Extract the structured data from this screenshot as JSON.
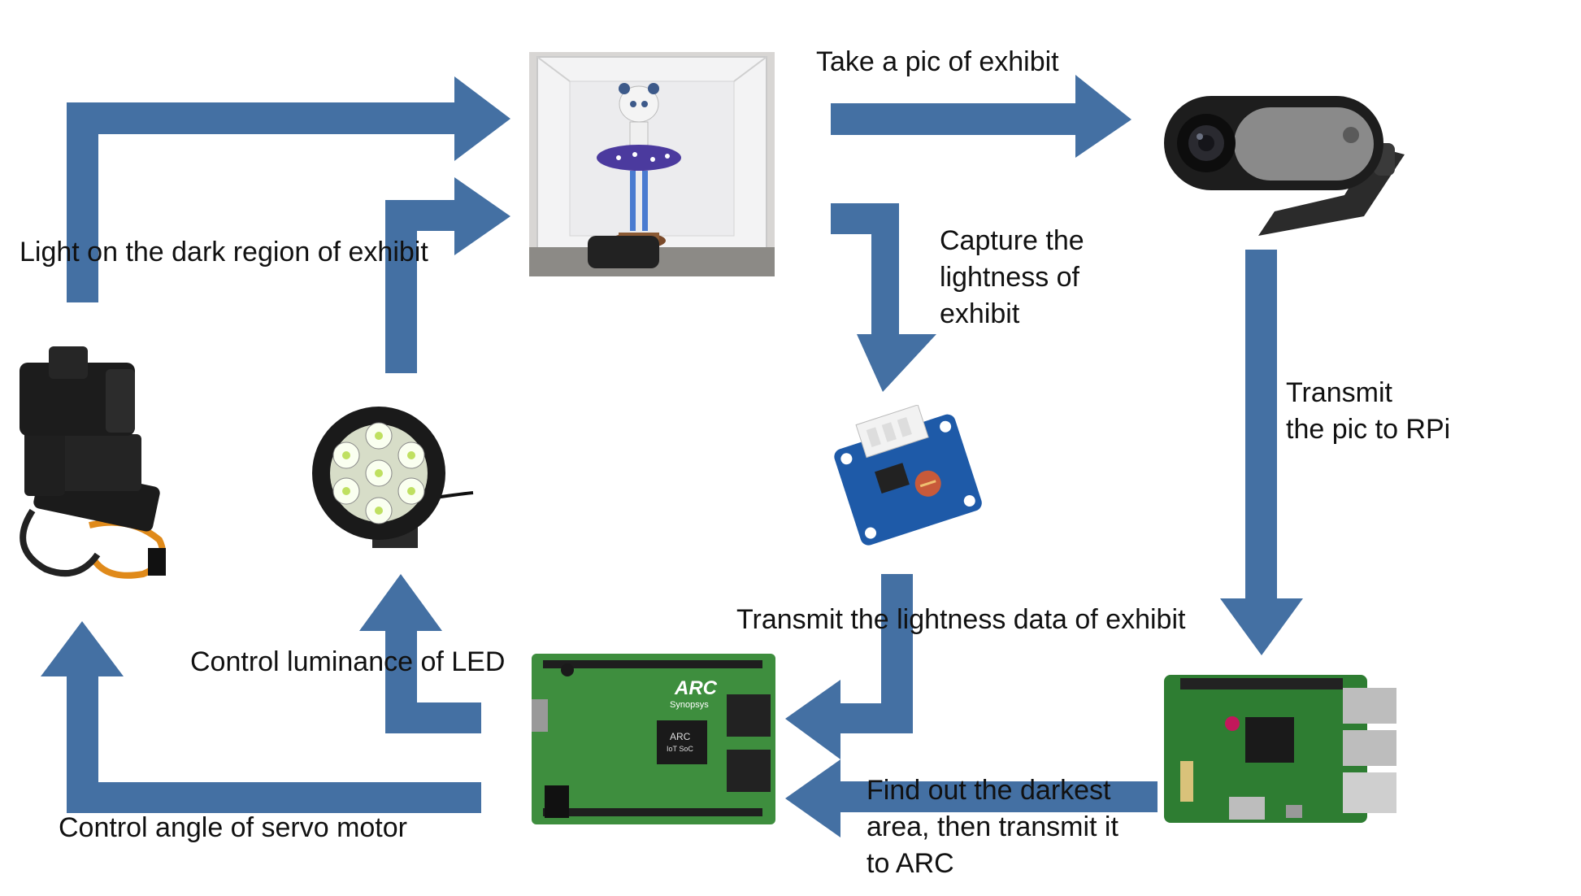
{
  "colors": {
    "arrow": "#4470a3",
    "text": "#111111",
    "board_green": "#2e7d32",
    "sensor_blue": "#1e5aa8"
  },
  "devices": {
    "exhibit": "exhibit-box-photo",
    "webcam": "webcam-icon",
    "light_sensor": "light-sensor-module-icon",
    "raspberry_pi": "raspberry-pi-board-icon",
    "arc_board": "arc-iot-board-icon",
    "led_lamp": "led-lamp-icon",
    "servo_mount": "servo-pan-tilt-icon",
    "arc_logo_text": "ARC",
    "arc_logo_sub": "Synopsys",
    "arc_chip_text": "ARC",
    "arc_chip_sub": "IoT SoC"
  },
  "labels": {
    "take_pic": "Take a pic of exhibit",
    "light_on": "Light on the dark region of exhibit",
    "capture_1": "Capture the",
    "capture_2": "lightness of",
    "capture_3": "exhibit",
    "transmit_pic_1": "Transmit",
    "transmit_pic_2": "the pic to RPi",
    "transmit_lightness": "Transmit the lightness data of exhibit",
    "control_led": "Control luminance of LED",
    "find_darkest_1": "Find out the darkest",
    "find_darkest_2": "area, then transmit it",
    "find_darkest_3": "to ARC",
    "control_servo": "Control angle of servo motor"
  }
}
